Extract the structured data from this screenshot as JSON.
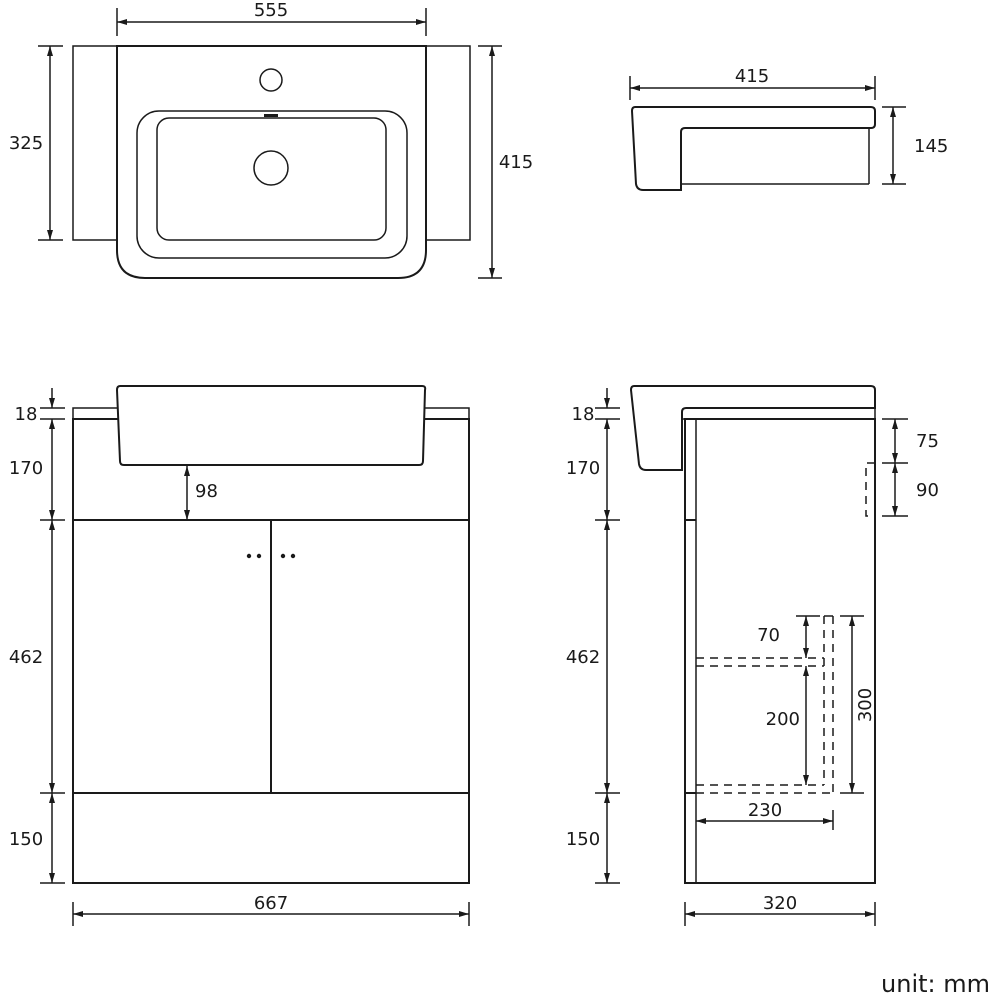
{
  "drawing": {
    "unit_label": "unit: mm",
    "views": {
      "basin_top": {
        "width": "555",
        "depth_total": "415",
        "depth_side": "325"
      },
      "basin_side": {
        "depth": "415",
        "height": "145"
      },
      "cabinet_front": {
        "top_thickness": "18",
        "top_panel": "170",
        "basin_clearance": "98",
        "door_height": "462",
        "plinth": "150",
        "width": "667"
      },
      "cabinet_side": {
        "top_thickness": "18",
        "top_panel": "170",
        "door_height": "462",
        "plinth": "150",
        "depth": "320",
        "service_offset_top": "75",
        "service_cutout_height": "90",
        "shelf_gap_top": "70",
        "shelf_spacing": "200",
        "cutout_height": "300",
        "shelf_depth": "230"
      }
    }
  }
}
